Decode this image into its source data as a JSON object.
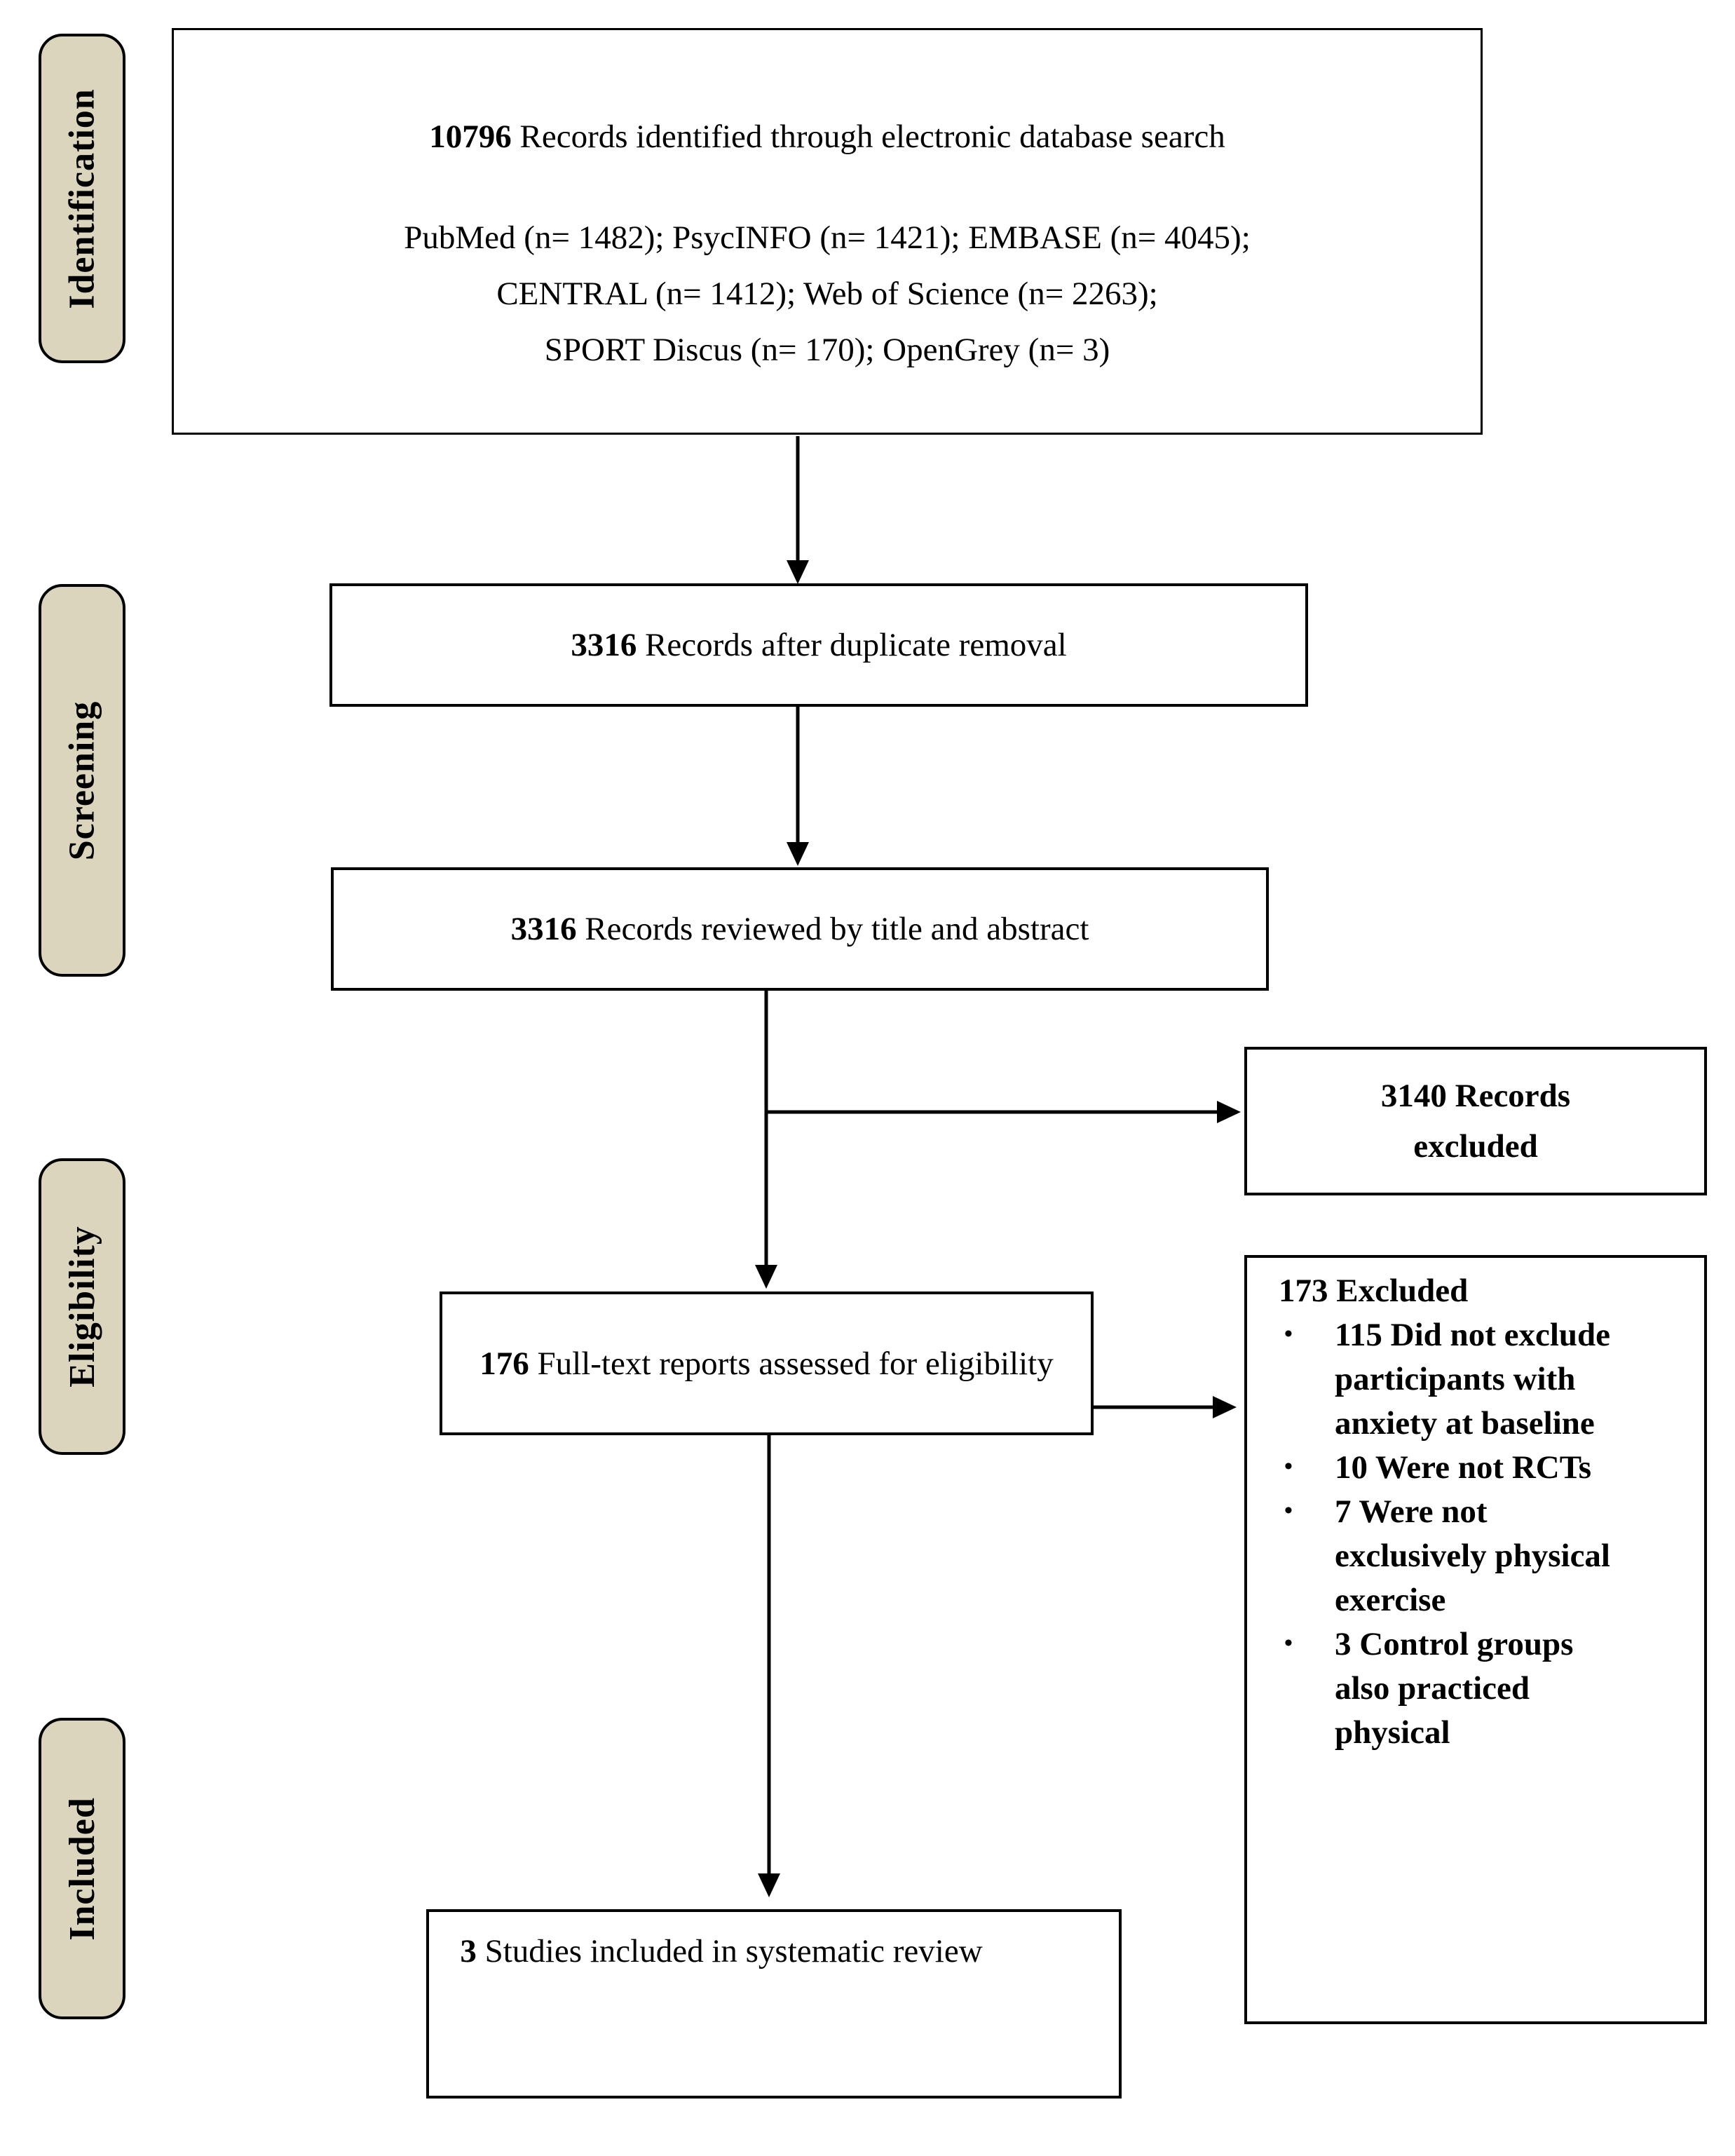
{
  "figure": "PRISMA study selection flow diagram",
  "palette": {
    "stage_tab_fill": "#DBD5BE",
    "border": "#000000",
    "box_fill": "#FFFFFF",
    "arrow": "#000000",
    "text": "#000000"
  },
  "stages": [
    {
      "label": "Identification"
    },
    {
      "label": "Screening"
    },
    {
      "label": "Eligibility"
    },
    {
      "label": "Included"
    }
  ],
  "boxes": {
    "identified": {
      "count": "10796",
      "label": " Records identified through electronic database search",
      "sources": [
        "PubMed (n= 1482); PsycINFO (n= 1421); EMBASE (n= 4045);",
        "CENTRAL (n= 1412); Web of Science (n= 2263);",
        "SPORT Discus (n= 170); OpenGrey (n= 3)"
      ]
    },
    "deduplicated": {
      "count": "3316",
      "label": " Records after duplicate removal"
    },
    "screened": {
      "count": "3316",
      "label": " Records reviewed by title and abstract"
    },
    "records_excluded": {
      "count": "3140",
      "label": " Records excluded"
    },
    "fulltext": {
      "count": "176",
      "label": " Full-text reports assessed for eligibility"
    },
    "fulltext_excluded": {
      "count": "173",
      "label": " Excluded",
      "reasons": [
        {
          "count": "115",
          "text": " Did not exclude participants with anxiety at baseline"
        },
        {
          "count": "10",
          "text": " Were not RCTs"
        },
        {
          "count": "7",
          "text": " Were not exclusively physical exercise"
        },
        {
          "count": "3",
          "text": " Control groups also practiced physical"
        }
      ]
    },
    "included_final": {
      "count": "3",
      "label": " Studies included in systematic review"
    }
  }
}
